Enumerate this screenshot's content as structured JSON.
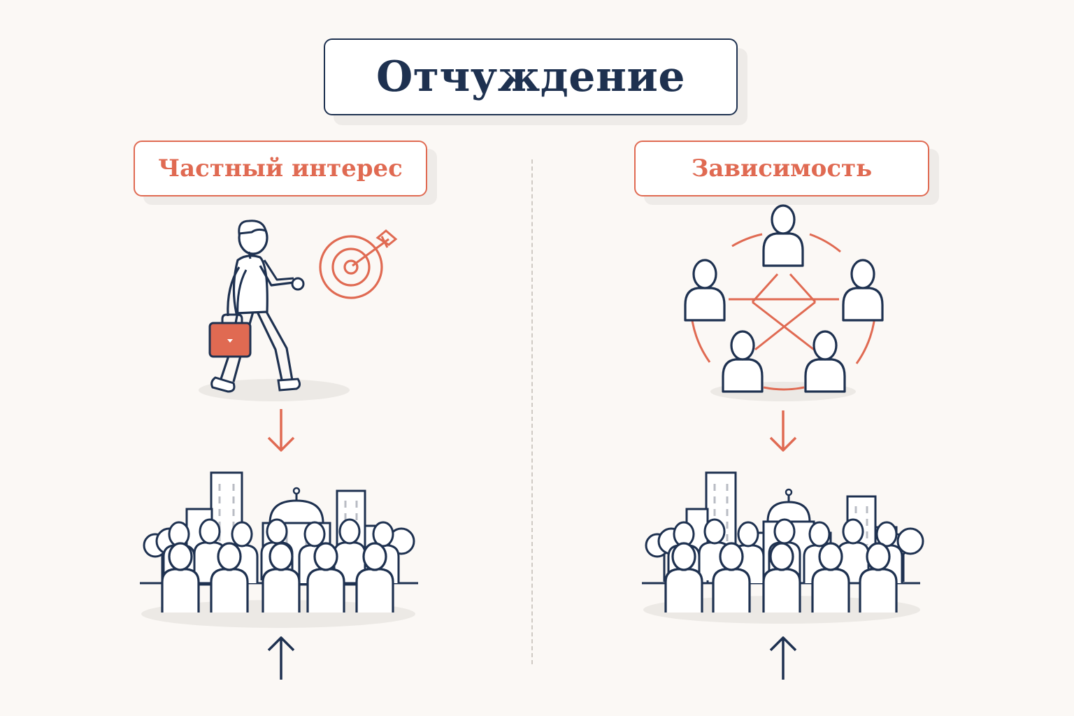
{
  "title": "Отчуждение",
  "left": {
    "label": "Частный интерес"
  },
  "right": {
    "label": "Зависимость"
  },
  "colors": {
    "navy": "#1e3150",
    "accent": "#e06a52",
    "background": "#fbf8f5"
  },
  "icons": [
    "walking-person-icon",
    "briefcase-icon",
    "target-icon",
    "network-people-icon",
    "city-crowd-icon",
    "arrow-down-icon",
    "arrow-up-icon"
  ]
}
